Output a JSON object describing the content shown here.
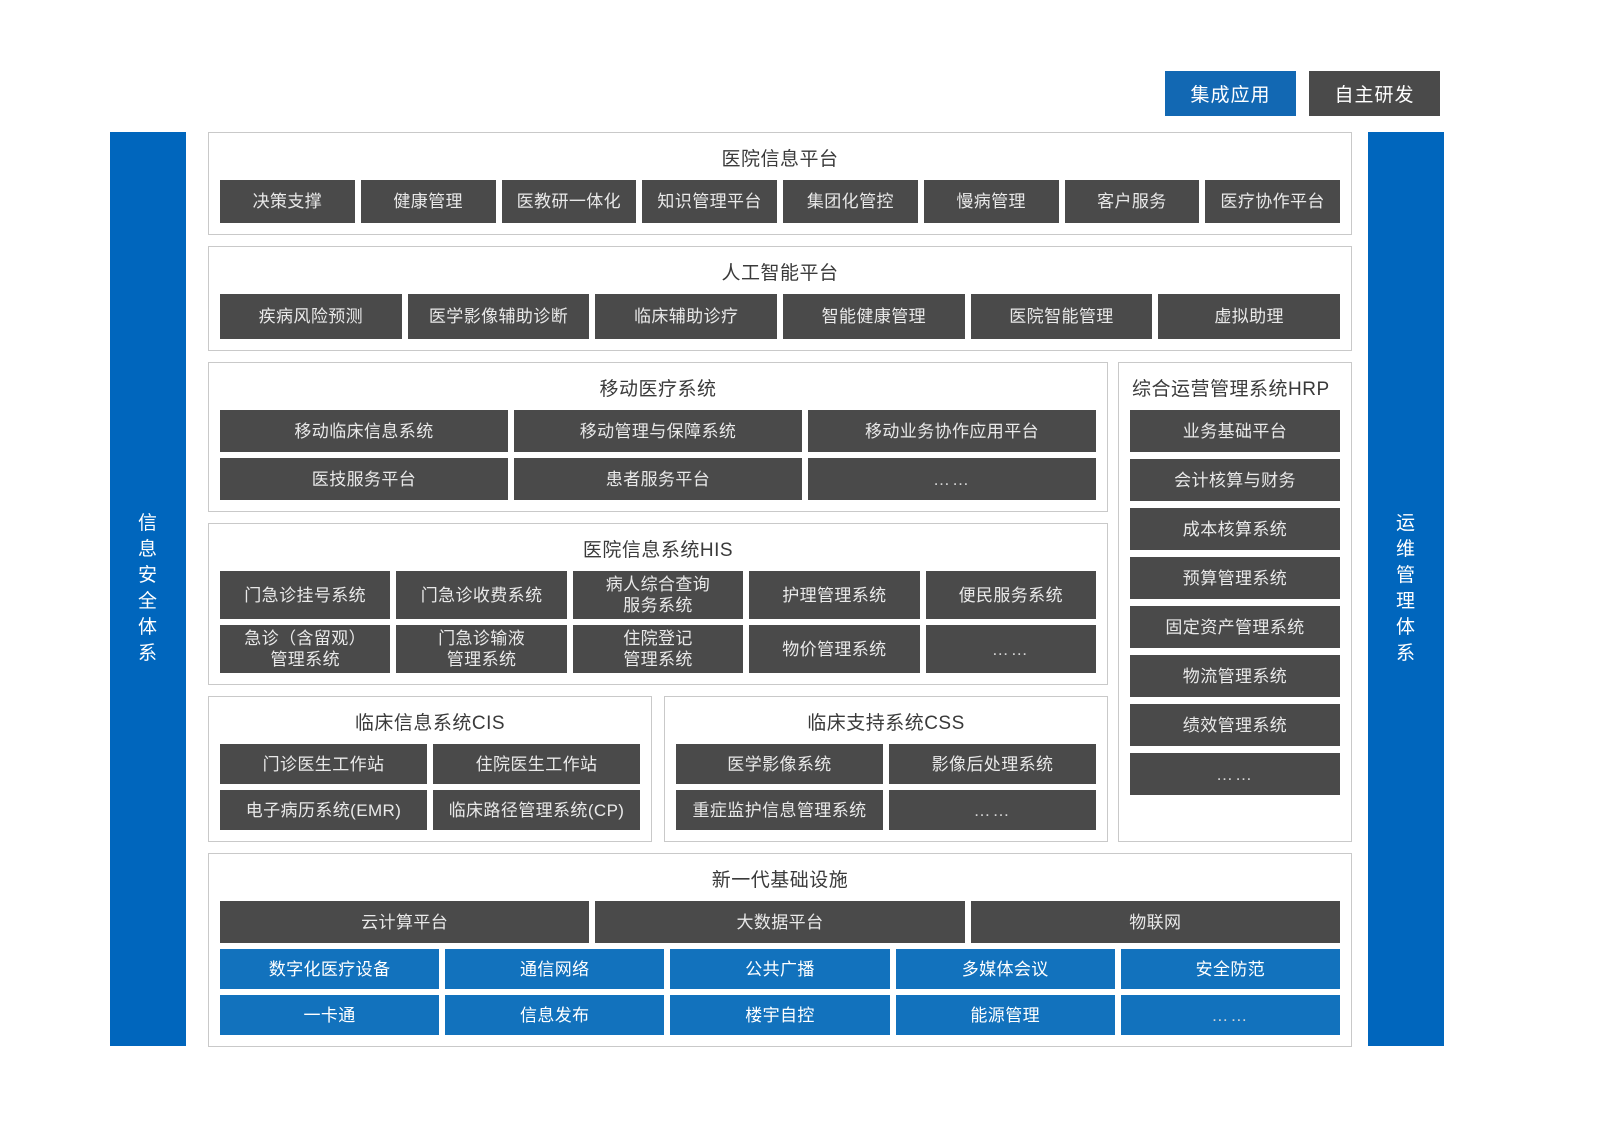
{
  "legend": [
    {
      "label": "集成应用",
      "color": "#1268b3",
      "kind": "integrated"
    },
    {
      "label": "自主研发",
      "color": "#4a4a4a",
      "kind": "self-developed"
    }
  ],
  "sidebars": {
    "left": "信息安全体系",
    "right": "运维管理体系"
  },
  "sections": [
    {
      "id": "hospital-information-platform",
      "title": "医院信息平台",
      "items": [
        "决策支撑",
        "健康管理",
        "医教研一体化",
        "知识管理平台",
        "集团化管控",
        "慢病管理",
        "客户服务",
        "医疗协作平台"
      ]
    },
    {
      "id": "ai-platform",
      "title": "人工智能平台",
      "items": [
        "疾病风险预测",
        "医学影像辅助诊断",
        "临床辅助诊疗",
        "智能健康管理",
        "医院智能管理",
        "虚拟助理"
      ]
    },
    {
      "id": "mobile-medical-system",
      "title": "移动医疗系统",
      "items": [
        "移动临床信息系统",
        "移动管理与保障系统",
        "移动业务协作应用平台",
        "医技服务平台",
        "患者服务平台",
        "……"
      ]
    },
    {
      "id": "his",
      "title": "医院信息系统HIS",
      "items": [
        "门急诊挂号系统",
        "门急诊收费系统",
        "病人综合查询\n服务系统",
        "护理管理系统",
        "便民服务系统",
        "急诊（含留观）\n管理系统",
        "门急诊输液\n管理系统",
        "住院登记\n管理系统",
        "物价管理系统",
        "……"
      ]
    },
    {
      "id": "cis",
      "title": "临床信息系统CIS",
      "items": [
        "门诊医生工作站",
        "住院医生工作站",
        "电子病历系统(EMR)",
        "临床路径管理系统(CP)"
      ]
    },
    {
      "id": "css",
      "title": "临床支持系统CSS",
      "items": [
        "医学影像系统",
        "影像后处理系统",
        "重症监护信息管理系统",
        "……"
      ]
    },
    {
      "id": "hrp",
      "title": "综合运营管理系统HRP",
      "items": [
        "业务基础平台",
        "会计核算与财务",
        "成本核算系统",
        "预算管理系统",
        "固定资产管理系统",
        "物流管理系统",
        "绩效管理系统",
        "……"
      ]
    },
    {
      "id": "infrastructure",
      "title": "新一代基础设施",
      "platform_items": [
        "云计算平台",
        "大数据平台",
        "物联网"
      ],
      "integrated_items": [
        "数字化医疗设备",
        "通信网络",
        "公共广播",
        "多媒体会议",
        "安全防范",
        "一卡通",
        "信息发布",
        "楼宇自控",
        "能源管理",
        "……"
      ]
    }
  ],
  "colors": {
    "accent_blue": "#0066bd",
    "chip_blue": "#1268b3",
    "dark_gray": "#4a4a4a",
    "panel_border": "#c9c9c9"
  }
}
